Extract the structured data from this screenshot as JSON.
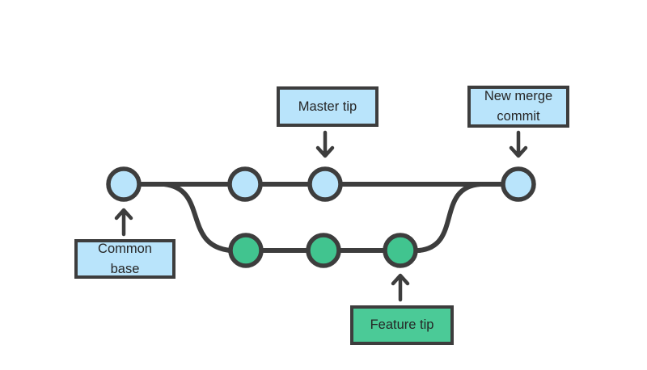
{
  "labels": {
    "master_tip": "Master tip",
    "new_merge_commit": "New merge commit",
    "common_base": "Common base",
    "feature_tip": "Feature tip"
  },
  "colors": {
    "background": "#ffffff",
    "stroke": "#3d3d3d",
    "blue-fill": "#b9e4fb",
    "green-circle": "#41c48f",
    "green-fill": "#4bca97",
    "text": "#262626"
  },
  "graph": {
    "branches": [
      {
        "name": "master-row",
        "commit_color": "#b9e4fb",
        "commit_count": 4
      },
      {
        "name": "feature-row",
        "commit_color": "#41c48f",
        "commit_count": 3
      }
    ],
    "annotations": [
      {
        "label": "Common base",
        "points_to": "first shared commit",
        "arrow": "up"
      },
      {
        "label": "Master tip",
        "points_to": "last master commit before merge",
        "arrow": "down"
      },
      {
        "label": "Feature tip",
        "points_to": "last feature branch commit",
        "arrow": "up"
      },
      {
        "label": "New merge commit",
        "points_to": "merge commit joining both branches",
        "arrow": "down"
      }
    ]
  }
}
